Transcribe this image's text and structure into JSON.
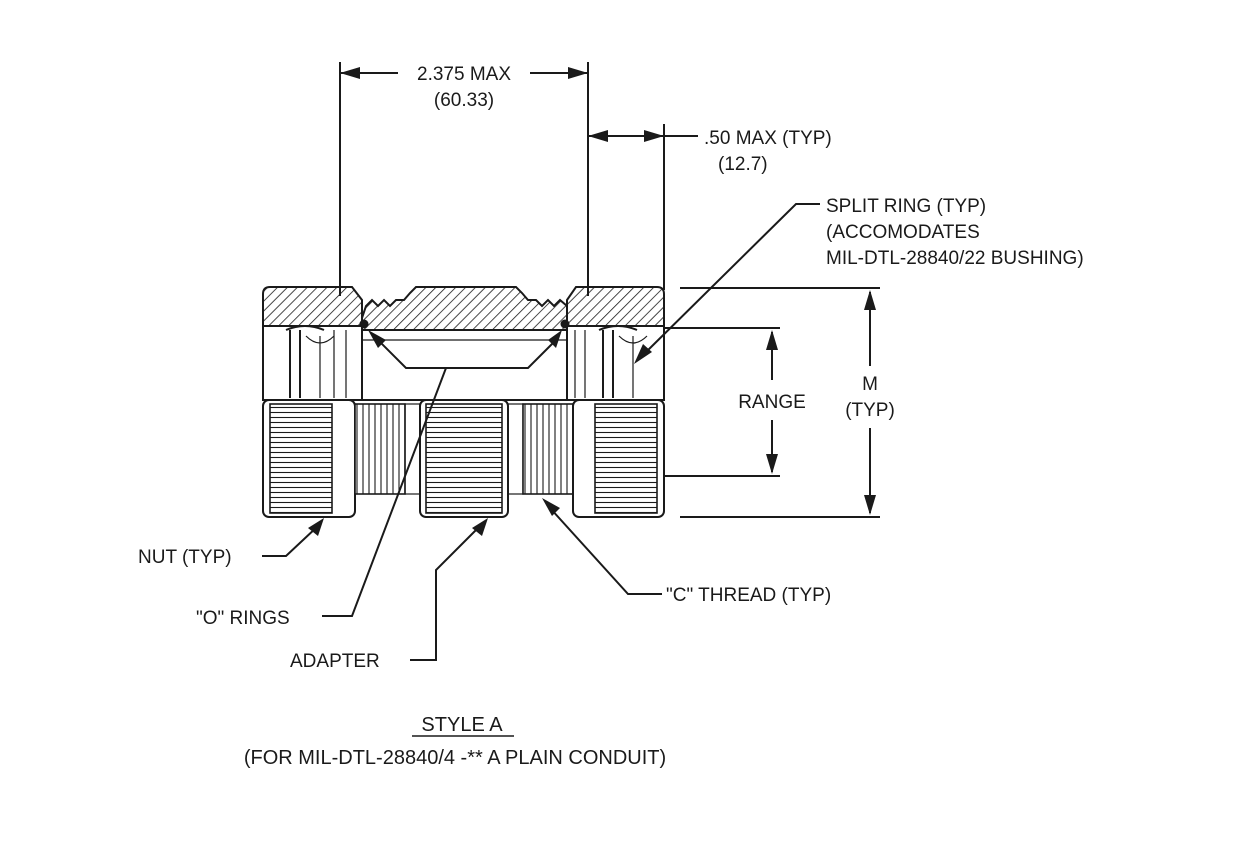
{
  "drawing": {
    "dim_overall_max": "2.375 MAX",
    "dim_overall_metric": "(60.33)",
    "dim_end_max": ".50 MAX (TYP)",
    "dim_end_metric": "(12.7)",
    "split_ring_line1": "SPLIT RING (TYP)",
    "split_ring_line2": "(ACCOMODATES",
    "split_ring_line3": "MIL-DTL-28840/22 BUSHING)",
    "range_label": "RANGE",
    "m_label": "M",
    "m_typ": "(TYP)",
    "nut_label": "NUT (TYP)",
    "o_rings_label": "\"O\" RINGS",
    "adapter_label": "ADAPTER",
    "c_thread_label": "\"C\" THREAD (TYP)",
    "style_title": "STYLE  A",
    "style_subtitle": "(FOR MIL-DTL-28840/4 -** A PLAIN CONDUIT)"
  }
}
